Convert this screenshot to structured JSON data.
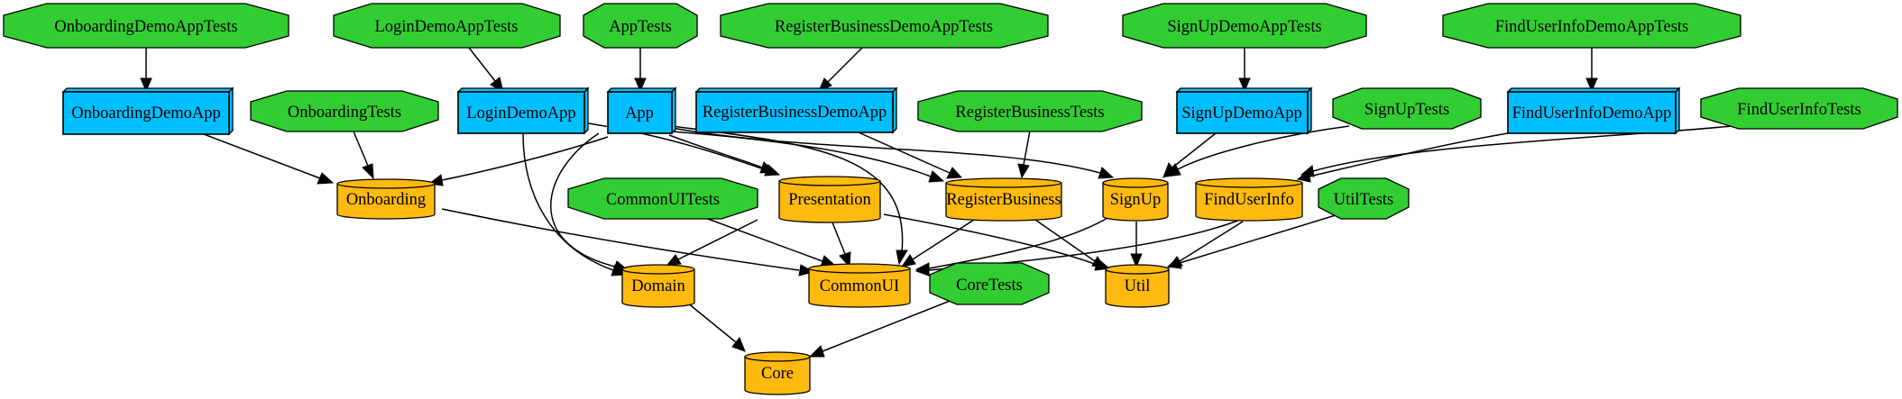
{
  "diagram": {
    "colors": {
      "test_target": "#32cd32",
      "app_target": "#00bfff",
      "framework_target": "#ffba0f",
      "edge": "#000000"
    },
    "nodes": {
      "onboarding_demo_app_tests": "OnboardingDemoAppTests",
      "login_demo_app_tests": "LoginDemoAppTests",
      "app_tests": "AppTests",
      "register_business_demo_app_tests": "RegisterBusinessDemoAppTests",
      "sign_up_demo_app_tests": "SignUpDemoAppTests",
      "find_user_info_demo_app_tests": "FindUserInfoDemoAppTests",
      "onboarding_demo_app": "OnboardingDemoApp",
      "onboarding_tests": "OnboardingTests",
      "login_demo_app": "LoginDemoApp",
      "app": "App",
      "register_business_demo_app": "RegisterBusinessDemoApp",
      "register_business_tests": "RegisterBusinessTests",
      "sign_up_demo_app": "SignUpDemoApp",
      "sign_up_tests": "SignUpTests",
      "find_user_info_demo_app": "FindUserInfoDemoApp",
      "find_user_info_tests": "FindUserInfoTests",
      "onboarding": "Onboarding",
      "common_ui_tests": "CommonUITests",
      "presentation": "Presentation",
      "register_business": "RegisterBusiness",
      "sign_up": "SignUp",
      "find_user_info": "FindUserInfo",
      "util_tests": "UtilTests",
      "domain": "Domain",
      "common_ui": "CommonUI",
      "core_tests": "CoreTests",
      "util": "Util",
      "core": "Core"
    }
  }
}
